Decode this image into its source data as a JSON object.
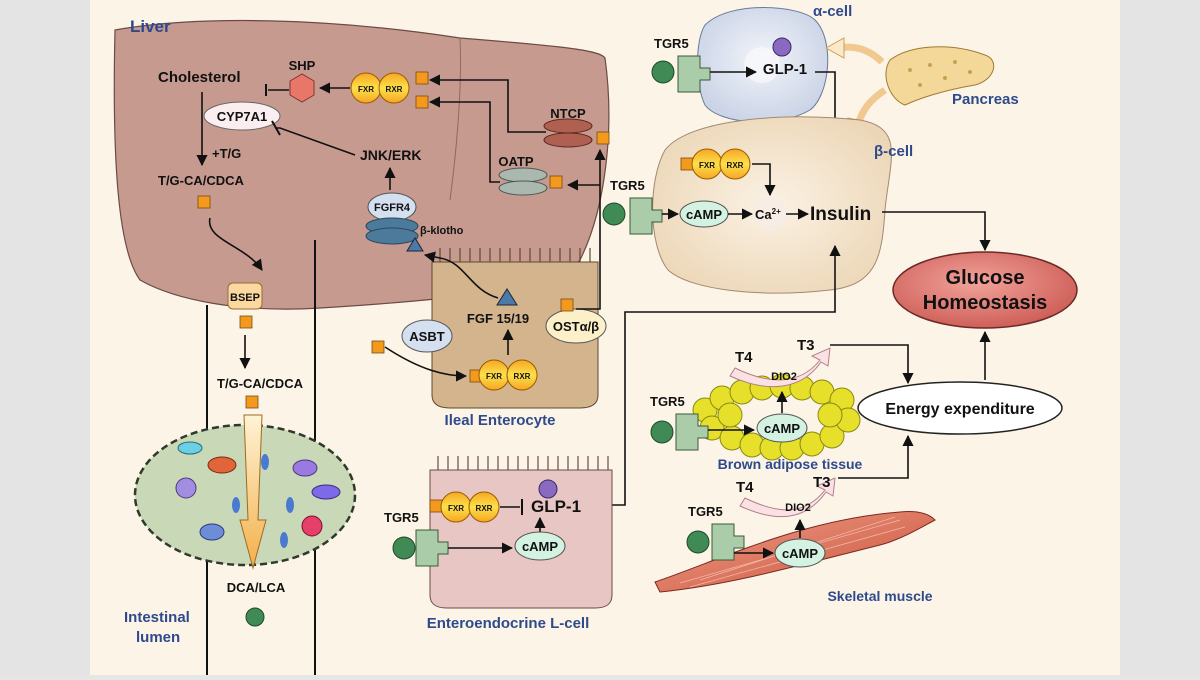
{
  "colors": {
    "panel": "#fdf4e8",
    "liver": "#c79a8f",
    "enterocyte": "#d4b48c",
    "lcell": "#e8c6c3",
    "beta_cell": "#f3e3cc",
    "alpha_cell": "#dce3f0",
    "lumen": "#c9d9b7",
    "bile_acid_square": "#f39a1e",
    "receptor_green": "#3f8a55",
    "glucose": "#d96d66",
    "label_blue": "#2e4a8c"
  },
  "labels": {
    "liver": "Liver",
    "cholesterol": "Cholesterol",
    "shp": "SHP",
    "cyp7a1": "CYP7A1",
    "tg": "+T/G",
    "tg_ca_cdca_liver": "T/G-CA/CDCA",
    "jnk_erk": "JNK/ERK",
    "fgfr4": "FGFR4",
    "beta_klotho": "β-klotho",
    "bsep": "BSEP",
    "tg_ca_cdca_duct": "T/G-CA/CDCA",
    "dca_lca": "DCA/LCA",
    "intestinal_lumen_1": "Intestinal",
    "intestinal_lumen_2": "lumen",
    "ntcp": "NTCP",
    "oatp": "OATP",
    "asbt": "ASBT",
    "fgf": "FGF 15/19",
    "ost": "OSTα/β",
    "ileal_enterocyte": "Ileal Enterocyte",
    "tgr5_alpha": "TGR5",
    "alpha_cell": "α-cell",
    "glp1_alpha": "GLP-1",
    "pancreas": "Pancreas",
    "beta_cell": "β-cell",
    "tgr5_beta": "TGR5",
    "camp_beta": "cAMP",
    "ca": "Ca",
    "ca_sup": "2+",
    "insulin": "Insulin",
    "glucose_1": "Glucose",
    "glucose_2": "Homeostasis",
    "energy": "Energy expenditure",
    "t4_bat": "T4",
    "t3_bat": "T3",
    "dio2_bat": "DIO2",
    "tgr5_bat": "TGR5",
    "camp_bat": "cAMP",
    "bat": "Brown adipose tissue",
    "t4_sm": "T4",
    "t3_sm": "T3",
    "dio2_sm": "DIO2",
    "tgr5_sm": "TGR5",
    "camp_sm": "cAMP",
    "skeletal_muscle": "Skeletal muscle",
    "tgr5_lcell": "TGR5",
    "glp1_lcell": "GLP-1",
    "camp_lcell": "cAMP",
    "lcell": "Enteroendocrine L-cell",
    "fxr": "FXR",
    "rxr": "RXR"
  }
}
